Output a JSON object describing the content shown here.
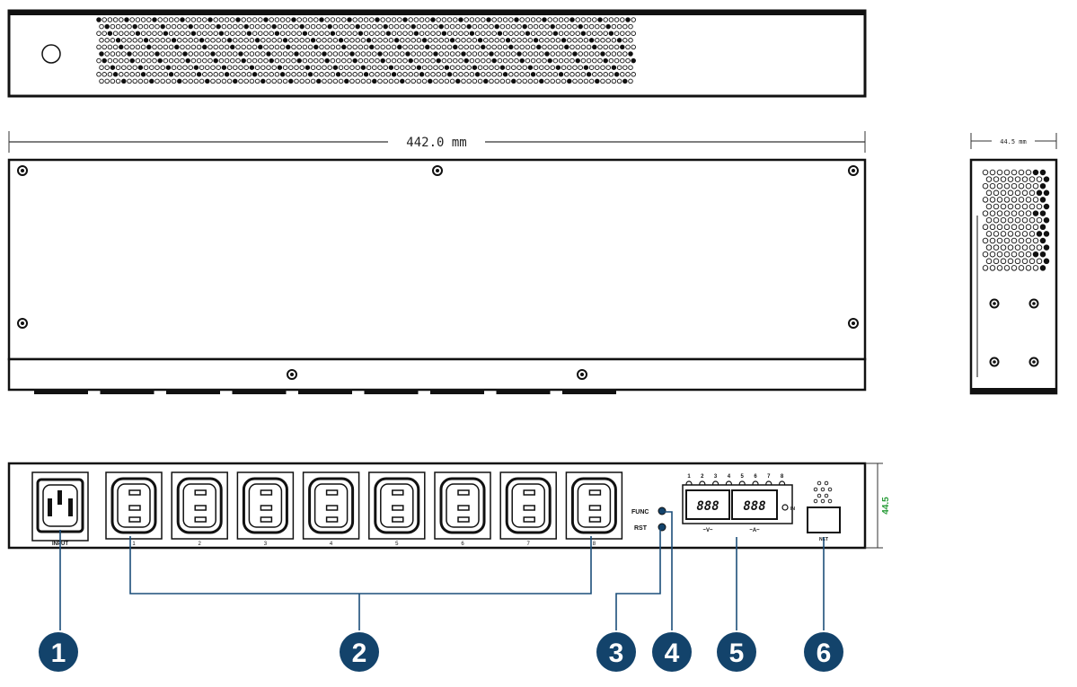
{
  "dimensions": {
    "width_label": "442.0 mm",
    "depth_label": "44.5 mm",
    "height_label": "44.5"
  },
  "rear_panel": {
    "input_label": "INPUT",
    "outlet_numbers": [
      "1",
      "2",
      "3",
      "4",
      "5",
      "6",
      "7",
      "8"
    ],
    "func_label": "FUNC",
    "rst_label": "RST",
    "led_numbers": [
      "1",
      "2",
      "3",
      "4",
      "5",
      "6",
      "7",
      "8"
    ],
    "volt_label": "~V~",
    "amp_label": "~A~",
    "display_volt": "888",
    "display_amp": "888",
    "in_label": "IN",
    "net_label": "NET"
  },
  "callouts": [
    {
      "number": "1"
    },
    {
      "number": "2"
    },
    {
      "number": "3"
    },
    {
      "number": "4"
    },
    {
      "number": "5"
    },
    {
      "number": "6"
    }
  ],
  "colors": {
    "callout_fill": "#13436b",
    "leader_line": "#1c4e7a",
    "dimension_green": "#2a9d3a",
    "outline": "#111111"
  }
}
